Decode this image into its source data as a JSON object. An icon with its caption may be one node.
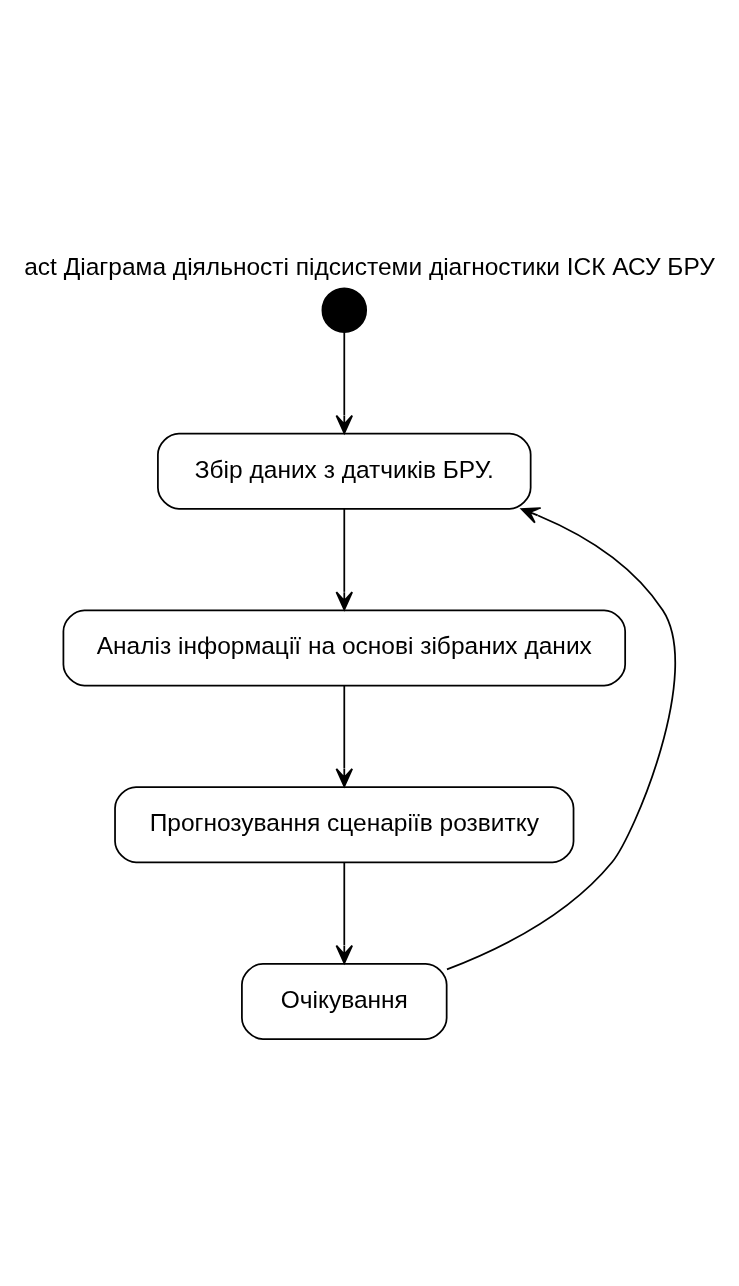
{
  "diagram": {
    "title": "act Діаграма діяльності підсистеми діагностики ІСК АСУ БРУ",
    "nodes": [
      {
        "text": [],
        "shape": "circle"
      },
      {
        "text": [
          "Збір даних з датчиків БРУ."
        ]
      },
      {
        "text": [
          "Аналіз інформації на основі зібраних даних"
        ]
      },
      {
        "text": [
          "Прогнозування сценаріїв розвитку"
        ]
      },
      {
        "text": [
          "Очікування"
        ]
      }
    ],
    "edges": [
      {
        "from": 0,
        "to": 1,
        "arrow": "to"
      },
      {
        "from": 1,
        "to": 2,
        "arrow": "to"
      },
      {
        "from": 2,
        "to": 3,
        "arrow": "to"
      },
      {
        "from": 3,
        "to": 4,
        "arrow": "to"
      },
      {
        "from": 4,
        "to": 1,
        "arrow": "to"
      }
    ]
  }
}
